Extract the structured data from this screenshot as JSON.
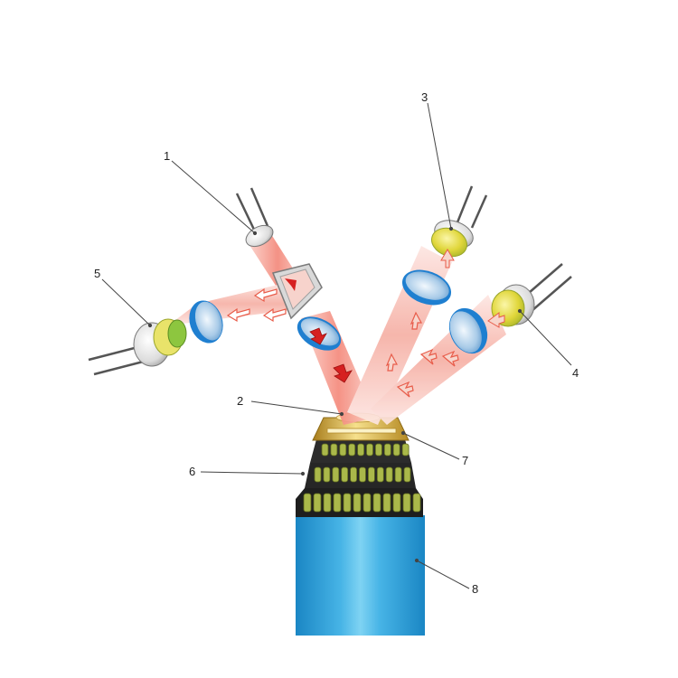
{
  "labels": {
    "l1": "1",
    "l2": "2",
    "l3": "3",
    "l4": "4",
    "l5": "5",
    "l6": "6",
    "l7": "7",
    "l8": "8"
  },
  "colors": {
    "beam": "#f08070",
    "beam_light": "#fbd8d2",
    "arrow_red": "#d62020",
    "arrow_outline": "#e85c4a",
    "lens_blue": "#1f7fd0",
    "lens_light": "#cfe3f5",
    "gold": "#c9a035",
    "gold_light": "#f3dc86",
    "ferrule_dark": "#1c1c1c",
    "ferrule_chip": "#aab84a",
    "tube_blue": "#2f9ed6",
    "tube_light": "#66c7ee",
    "can_silver": "#cfcfcf",
    "can_yellow": "#e3da38",
    "can_green": "#8dc63f",
    "leader": "#444444"
  },
  "icons": {
    "laser_diode_tx": "laser-diode-icon",
    "photodiode_rx": "photodiode-icon",
    "lens": "lens-icon",
    "wdm_filter": "wdm-filter-prism-icon",
    "fiber_ferrule": "fiber-ferrule-icon"
  }
}
